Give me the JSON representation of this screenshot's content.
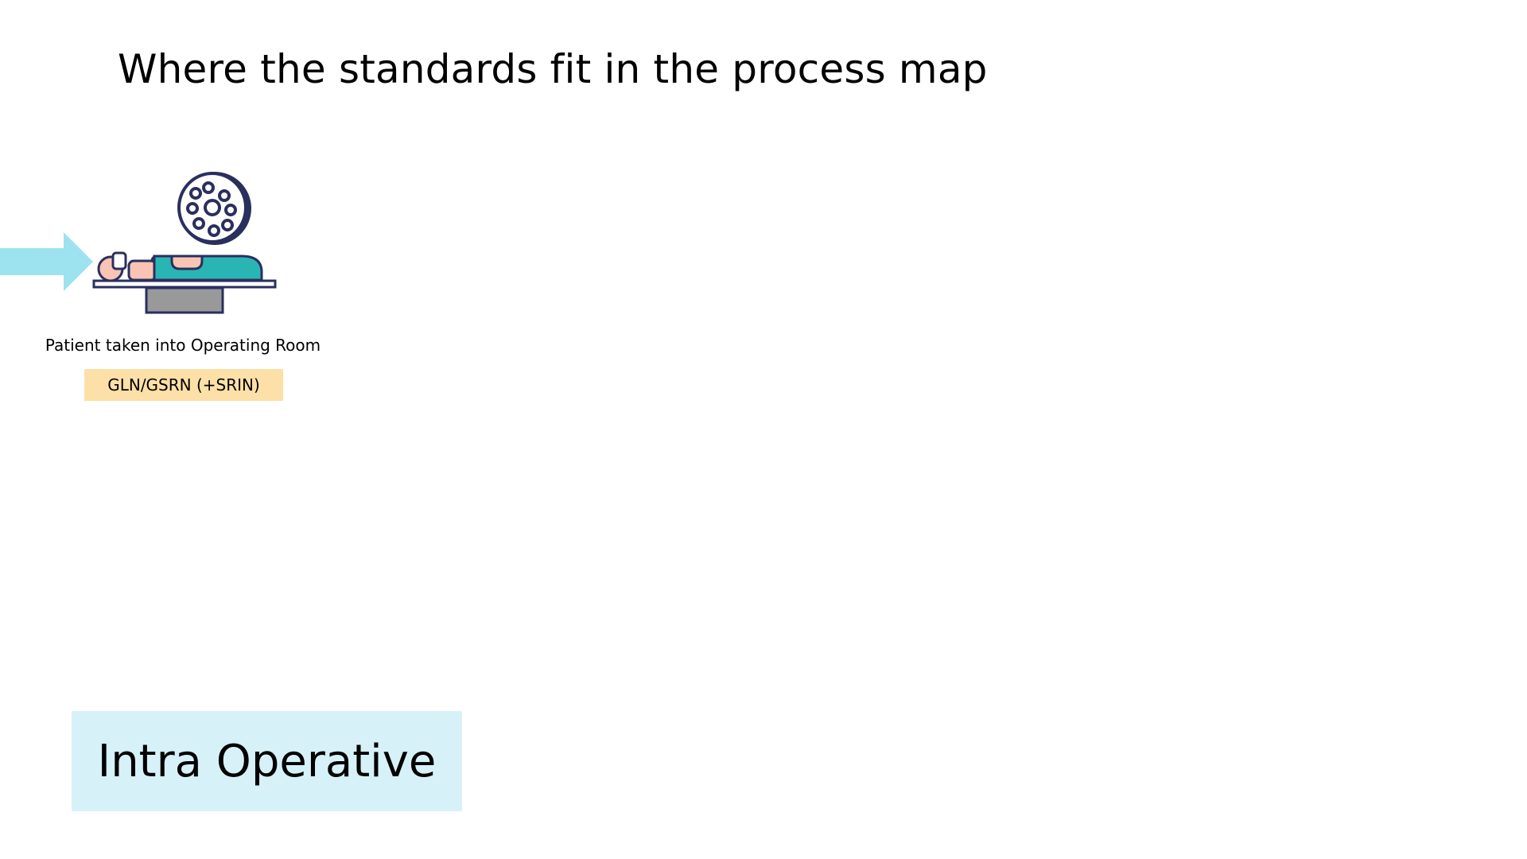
{
  "slide": {
    "title": "Where the standards fit in the process map"
  },
  "process_step": {
    "label": "Patient taken into Operating Room",
    "standard": "GLN/GSRN (+SRIN)",
    "icon": "operating-room-icon"
  },
  "phase": {
    "label": "Intra Operative"
  },
  "colors": {
    "arrow": "#9de3ef",
    "standard_tag_bg": "#fde0a7",
    "phase_bg": "#d7f1f8",
    "gown": "#2ab5b5",
    "skin": "#f9c4b4",
    "table_base": "#999999",
    "outline": "#2a2f5e"
  }
}
